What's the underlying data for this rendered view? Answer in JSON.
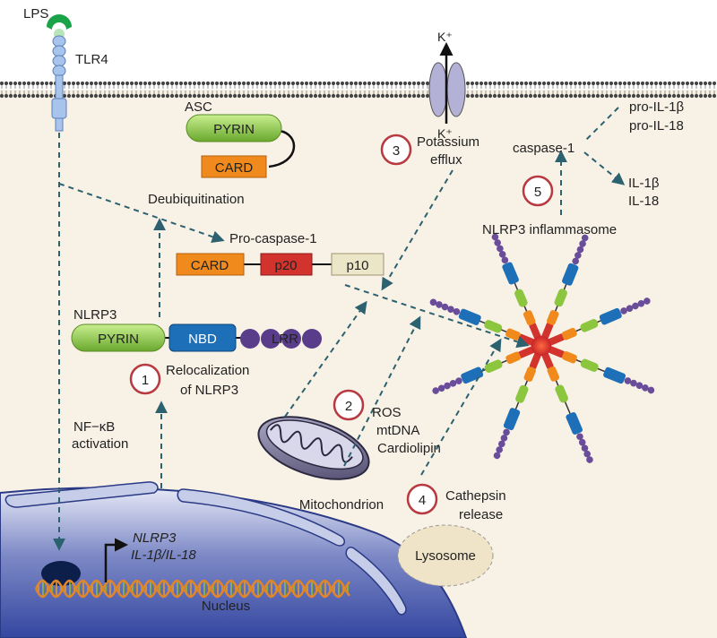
{
  "receptor": {
    "ligand": "LPS",
    "name": "TLR4"
  },
  "ion": {
    "top": "K⁺",
    "bottom": "K⁺"
  },
  "asc": {
    "title": "ASC",
    "pyrin": "PYRIN",
    "card": "CARD"
  },
  "procaspase": {
    "title": "Pro-caspase-1",
    "card": "CARD",
    "p20": "p20",
    "p10": "p10"
  },
  "nlrp3": {
    "title": "NLRP3",
    "pyrin": "PYRIN",
    "nbd": "NBD",
    "lrr": "LRR"
  },
  "labels": {
    "deubiquitination": "Deubiquitination",
    "nfkb_1": "NF−κB",
    "nfkb_2": "activation",
    "nucleus": "Nucleus",
    "genes_1": "NLRP3",
    "genes_2": "IL-1β/IL-18",
    "mitochondrion": "Mitochondrion",
    "lysosome": "Lysosome",
    "caspase1": "caspase-1",
    "pro_il1b": "pro-IL-1β",
    "pro_il18": "pro-IL-18",
    "il1b": "IL-1β",
    "il18": "IL-18",
    "inflammasome": "NLRP3 inflammasome"
  },
  "steps": [
    {
      "num": "1",
      "lines": [
        "Relocalization",
        "of NLRP3"
      ]
    },
    {
      "num": "2",
      "lines": [
        "ROS",
        "mtDNA",
        "Cardiolipin"
      ]
    },
    {
      "num": "3",
      "lines": [
        "Potassium",
        "efflux"
      ]
    },
    {
      "num": "4",
      "lines": [
        "Cathepsin",
        "release"
      ]
    },
    {
      "num": "5",
      "lines": []
    }
  ],
  "colors": {
    "cytoplasm": "#f8f1e6",
    "pyrin": "#8cc63f",
    "card": "#f08a1c",
    "p20": "#d2332d",
    "p10": "#ece6c8",
    "nbd": "#1d6fb8",
    "lrr": "#5a3d8a",
    "arrow": "#2c6170",
    "step_ring": "#b8393f",
    "nucleus": "#3d4ea0",
    "receptor": "#a9c4ec",
    "lysosome": "#efe4c8"
  }
}
